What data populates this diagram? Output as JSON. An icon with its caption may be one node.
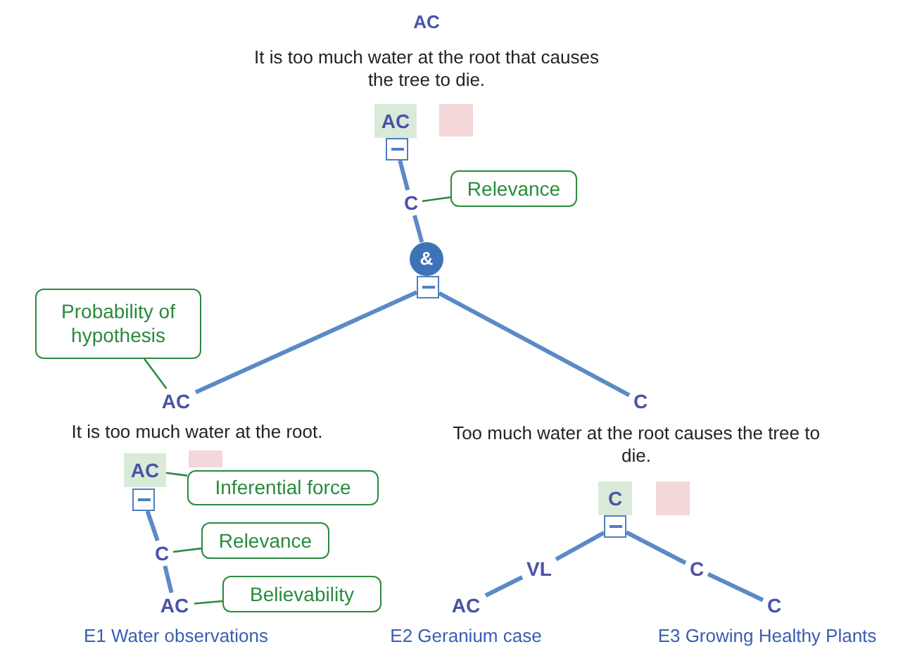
{
  "diagram": {
    "nodes": [
      {
        "text": [
          "AC"
        ]
      },
      {
        "text": [],
        "shape": "box"
      },
      {
        "text": [],
        "shape": "box"
      },
      {
        "text": [
          "C"
        ]
      },
      {
        "text": [
          "Relevance"
        ]
      },
      {
        "text": [
          "&"
        ]
      },
      {
        "text": [],
        "shape": "box"
      },
      {
        "text": [
          "Probability of hypothesis"
        ]
      },
      {
        "text": [
          "AC"
        ]
      },
      {
        "text": [
          "C"
        ]
      },
      {
        "text": [
          "AC"
        ]
      },
      {
        "text": [],
        "shape": "box"
      },
      {
        "text": [],
        "shape": "box"
      },
      {
        "text": [
          "Inferential force"
        ]
      },
      {
        "text": [
          "C"
        ]
      },
      {
        "text": [
          "Relevance"
        ]
      },
      {
        "text": [
          "AC"
        ]
      },
      {
        "text": [
          "Believability"
        ]
      },
      {
        "text": [
          "C"
        ]
      },
      {
        "text": [],
        "shape": "box"
      },
      {
        "text": [],
        "shape": "box"
      },
      {
        "text": [
          "VL"
        ]
      },
      {
        "text": [
          "C"
        ]
      },
      {
        "text": [
          "AC"
        ]
      },
      {
        "text": [
          "C"
        ]
      }
    ],
    "edges": [
      {
        "from": 2,
        "to": 3,
        "arrow": "none"
      },
      {
        "from": 3,
        "to": 5,
        "arrow": "none"
      },
      {
        "from": 4,
        "to": 3,
        "arrow": "none",
        "color": "#2a8a3e"
      },
      {
        "from": 6,
        "to": 8,
        "arrow": "none"
      },
      {
        "from": 6,
        "to": 9,
        "arrow": "none"
      },
      {
        "from": 7,
        "to": 8,
        "arrow": "none",
        "color": "#2a8a3e"
      },
      {
        "from": 13,
        "to": 10,
        "arrow": "none",
        "color": "#2a8a3e"
      },
      {
        "from": 12,
        "to": 14,
        "arrow": "none"
      },
      {
        "from": 15,
        "to": 14,
        "arrow": "none",
        "color": "#2a8a3e"
      },
      {
        "from": 14,
        "to": 16,
        "arrow": "none"
      },
      {
        "from": 17,
        "to": 16,
        "arrow": "none",
        "color": "#2a8a3e"
      },
      {
        "from": 20,
        "to": 21,
        "arrow": "none"
      },
      {
        "from": 20,
        "to": 22,
        "arrow": "none"
      },
      {
        "from": 21,
        "to": 23,
        "arrow": "none"
      },
      {
        "from": 22,
        "to": 24,
        "arrow": "none"
      }
    ],
    "labels": [
      "AC",
      "It is too much water at the root that causes the tree to die.",
      "It is too much water at the root.",
      "Too much water at the root causes the tree to die.",
      "E1 Water observations",
      "E2 Geranium case",
      "E3 Growing Healthy Plants"
    ]
  }
}
